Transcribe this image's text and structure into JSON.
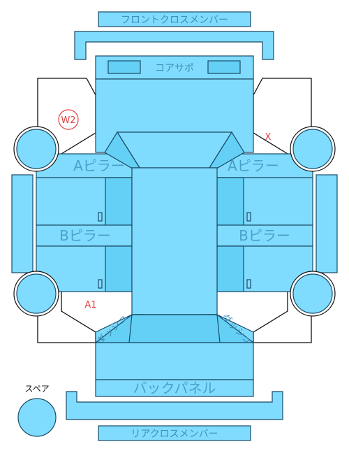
{
  "labels": {
    "front_cross_member": "フロントクロスメンバー",
    "core_support": "コアサポ",
    "a_pillar": "Aピラー",
    "b_pillar": "Bピラー",
    "dash": "ダッシュ",
    "back_panel": "バックパネル",
    "rear_cross_member": "リアクロスメンバー",
    "spare": "スペア"
  },
  "marks": {
    "w2": "W2",
    "x": "X",
    "a1": "A1"
  },
  "colors": {
    "panel": "#80dcff",
    "panel_dark": "#64d0f5",
    "stroke": "#1a4a66",
    "label": "#4aa0c8",
    "mark": "#e04040"
  }
}
